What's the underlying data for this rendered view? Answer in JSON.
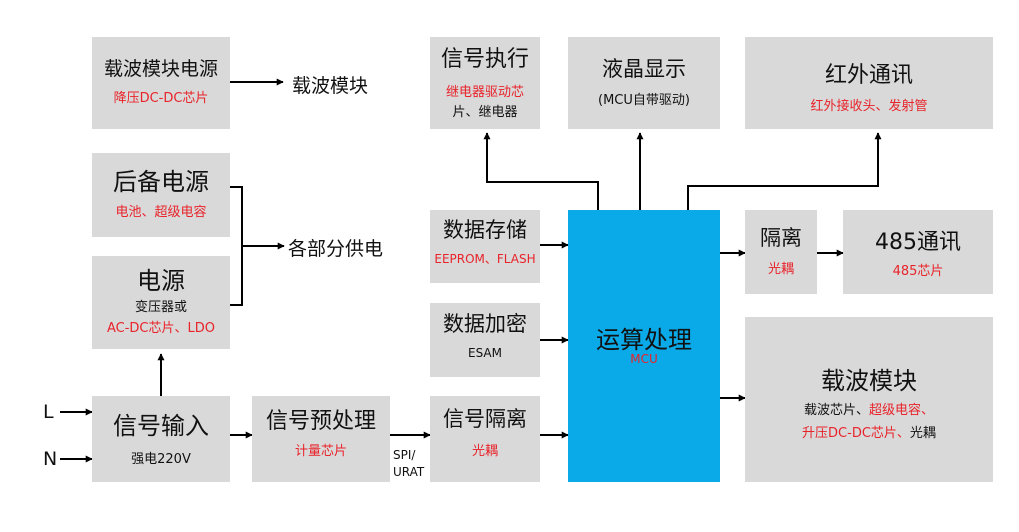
{
  "blocks": {
    "carrier_power": {
      "title": "载波模块电源",
      "sub": "降压DC-DC芯片"
    },
    "backup_power": {
      "title": "后备电源",
      "sub": "电池、超级电容"
    },
    "power": {
      "title": "电源",
      "sub1": "变压器或",
      "sub2": "AC-DC芯片、LDO"
    },
    "signal_input": {
      "title": "信号输入",
      "sub": "强电220V"
    },
    "preprocess": {
      "title": "信号预处理",
      "sub": "计量芯片"
    },
    "signal_exec": {
      "title": "信号执行",
      "sub1": "继电器驱动芯",
      "sub2": "片、继电器"
    },
    "lcd": {
      "title": "液晶显示",
      "sub": "(MCU自带驱动)"
    },
    "infrared": {
      "title": "红外通讯",
      "sub": "红外接收头、发射管"
    },
    "storage": {
      "title": "数据存储",
      "sub": "EEPROM、FLASH"
    },
    "encryption": {
      "title": "数据加密",
      "sub": "ESAM"
    },
    "signal_isolation": {
      "title": "信号隔离",
      "sub": "光耦"
    },
    "mcu": {
      "title": "运算处理",
      "sub": "MCU"
    },
    "isolation": {
      "title": "隔离",
      "sub": "光耦"
    },
    "rs485": {
      "title": "485通讯",
      "sub": "485芯片"
    },
    "carrier_module": {
      "title": "载波模块",
      "sub1_black": "载波芯片、",
      "sub1_red": "超级电容、",
      "sub2_red": "升压DC-DC芯片、",
      "sub2_black": "光耦"
    }
  },
  "labels": {
    "carrier_out": "载波模块",
    "supply_all": "各部分供电",
    "L": "L",
    "N": "N",
    "spi": "SPI/",
    "urat": "URAT"
  },
  "colors": {
    "box": "#d9d9d9",
    "mcu": "#0aa9e8",
    "red_text": "#e8232a",
    "line": "#000000"
  }
}
